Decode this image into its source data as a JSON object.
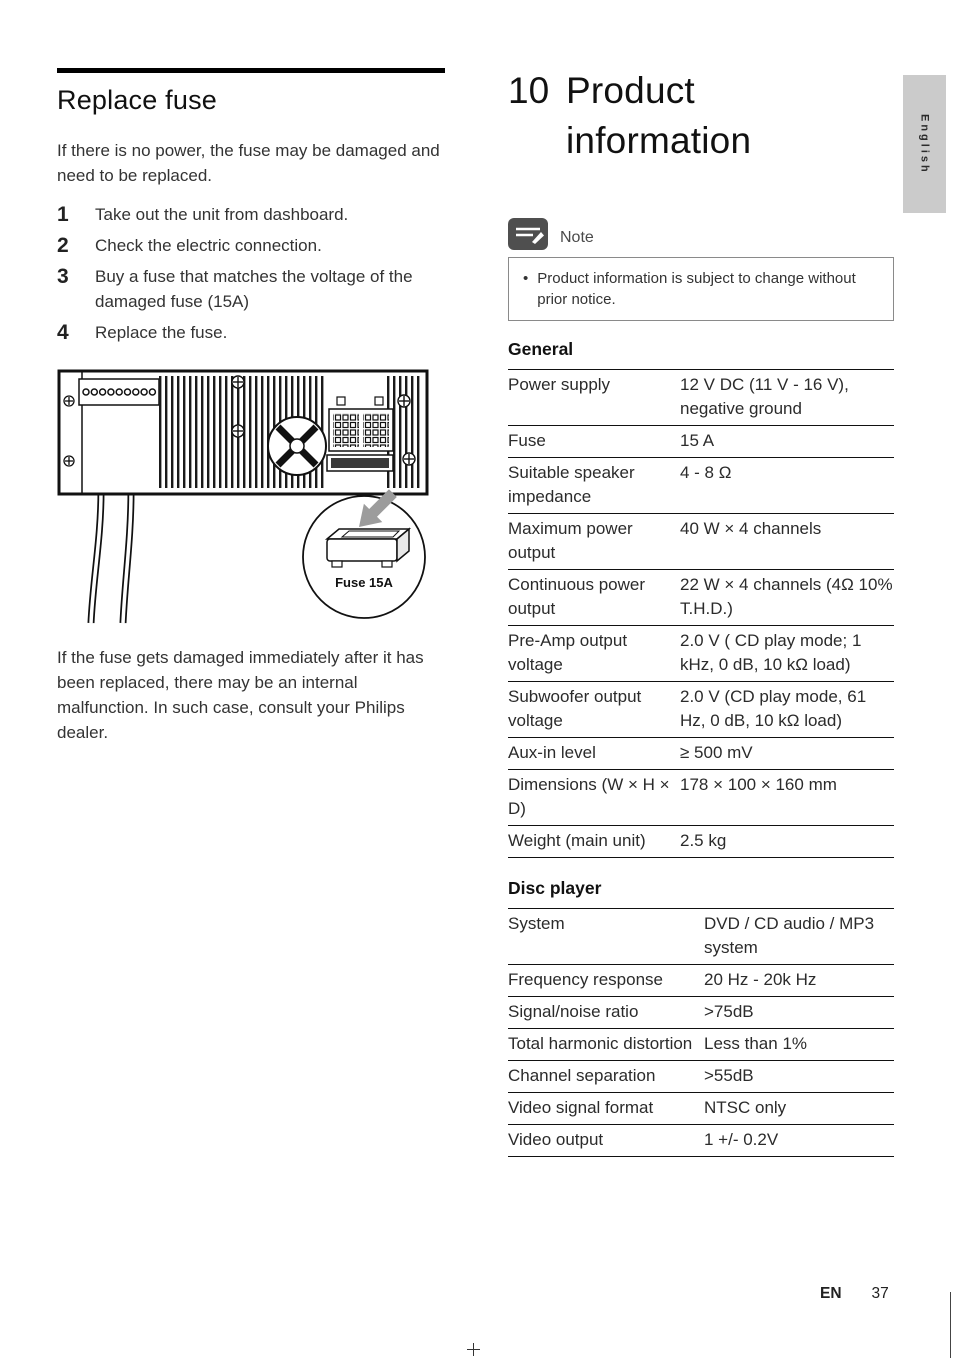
{
  "meta": {
    "sidebar_tab": "English",
    "footer_lang": "EN",
    "footer_page": "37"
  },
  "replace_fuse": {
    "title": "Replace fuse",
    "intro": "If there is no power, the fuse may be damaged and need to be replaced.",
    "steps": [
      {
        "num": "1",
        "text": "Take out the unit from dashboard."
      },
      {
        "num": "2",
        "text": "Check the electric connection."
      },
      {
        "num": "3",
        "text": "Buy a fuse that matches the voltage of the damaged fuse (15A)"
      },
      {
        "num": "4",
        "text": "Replace the fuse."
      }
    ],
    "figure_label": "Fuse 15A",
    "outro": "If the fuse gets damaged immediately after it has been replaced, there may be an internal malfunction. In such case, consult your Philips dealer."
  },
  "product_info": {
    "chapter_number": "10",
    "chapter_title": "Product information",
    "note_label": "Note",
    "note_bullet": "•",
    "note_text": "Product information is subject to change without prior notice.",
    "general": {
      "title": "General",
      "rows": [
        {
          "label": "Power supply",
          "value": "12 V DC (11 V - 16 V), negative ground"
        },
        {
          "label": "Fuse",
          "value": "15 A"
        },
        {
          "label": "Suitable speaker impedance",
          "value": "4 - 8 Ω"
        },
        {
          "label": "Maximum power output",
          "value": "40 W × 4 channels"
        },
        {
          "label": "Continuous power output",
          "value": "22 W × 4 channels (4Ω 10% T.H.D.)"
        },
        {
          "label": "Pre-Amp output voltage",
          "value": "2.0 V ( CD play mode; 1 kHz, 0 dB, 10 kΩ load)"
        },
        {
          "label": "Subwoofer output voltage",
          "value": "2.0 V (CD play mode, 61 Hz, 0 dB, 10 kΩ load)"
        },
        {
          "label": "Aux-in level",
          "value": "≥ 500 mV"
        },
        {
          "label": "Dimensions (W × H × D)",
          "value": "178 × 100 × 160 mm"
        },
        {
          "label": "Weight (main unit)",
          "value": "2.5 kg"
        }
      ]
    },
    "disc_player": {
      "title": "Disc player",
      "rows": [
        {
          "label": "System",
          "value": "DVD / CD audio / MP3 system"
        },
        {
          "label": "Frequency response",
          "value": "20 Hz - 20k Hz"
        },
        {
          "label": "Signal/noise ratio",
          "value": ">75dB"
        },
        {
          "label": "Total harmonic distortion",
          "value": "Less than 1%"
        },
        {
          "label": "Channel separation",
          "value": ">55dB"
        },
        {
          "label": "Video signal format",
          "value": "NTSC only"
        },
        {
          "label": "Video output",
          "value": "1 +/- 0.2V"
        }
      ]
    }
  }
}
